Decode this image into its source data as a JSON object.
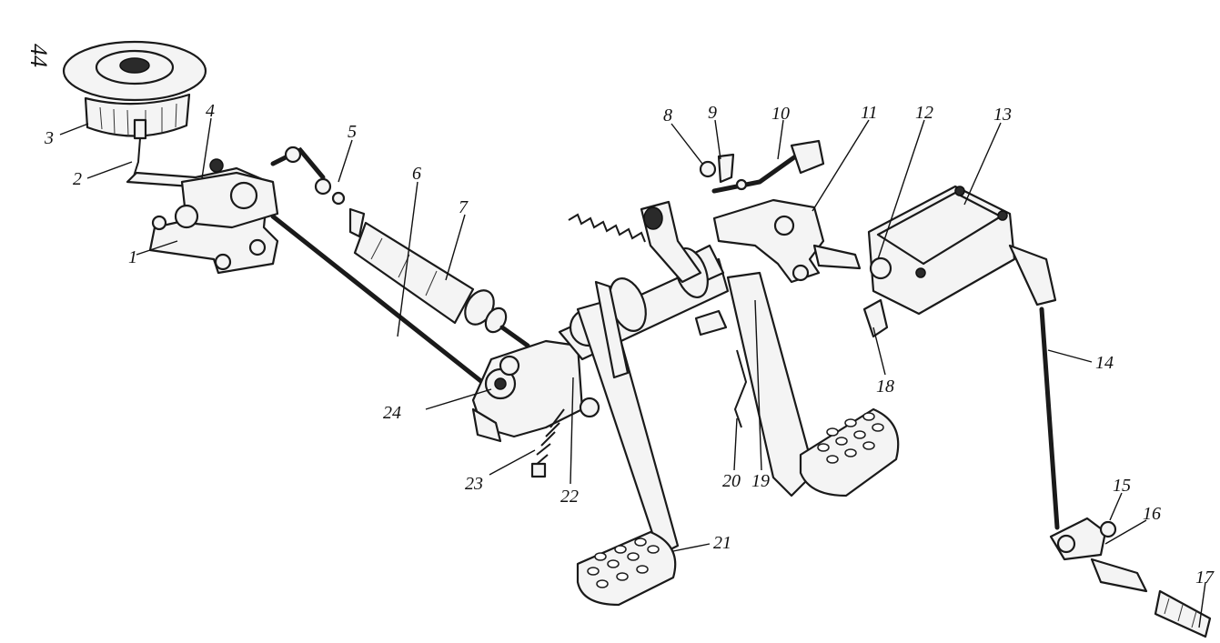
{
  "page_number": "44",
  "callouts": [
    {
      "id": "1",
      "label": "1"
    },
    {
      "id": "2",
      "label": "2"
    },
    {
      "id": "3",
      "label": "3"
    },
    {
      "id": "4",
      "label": "4"
    },
    {
      "id": "5",
      "label": "5"
    },
    {
      "id": "6",
      "label": "6"
    },
    {
      "id": "7",
      "label": "7"
    },
    {
      "id": "8",
      "label": "8"
    },
    {
      "id": "9",
      "label": "9"
    },
    {
      "id": "10",
      "label": "10"
    },
    {
      "id": "11",
      "label": "11"
    },
    {
      "id": "12",
      "label": "12"
    },
    {
      "id": "13",
      "label": "13"
    },
    {
      "id": "14",
      "label": "14"
    },
    {
      "id": "15",
      "label": "15"
    },
    {
      "id": "16",
      "label": "16"
    },
    {
      "id": "17",
      "label": "17"
    },
    {
      "id": "18",
      "label": "18"
    },
    {
      "id": "19",
      "label": "19"
    },
    {
      "id": "20",
      "label": "20"
    },
    {
      "id": "21",
      "label": "21"
    },
    {
      "id": "22",
      "label": "22"
    },
    {
      "id": "23",
      "label": "23"
    },
    {
      "id": "24",
      "label": "24"
    }
  ]
}
